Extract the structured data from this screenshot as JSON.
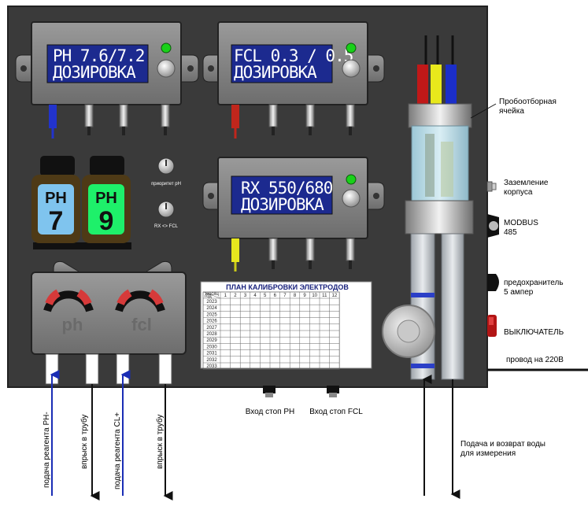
{
  "controllers": [
    {
      "line1": "PH 7.6/7.2",
      "line2": "ДОЗИРОВКА"
    },
    {
      "line1": "FCL 0.3 / 0.5",
      "line2": "ДОЗИРОВКА"
    },
    {
      "line1": "RX 550/680",
      "line2": "ДОЗИРОВКА"
    }
  ],
  "bottles": [
    {
      "top": "PH",
      "bottom": "7",
      "color": "#7fc4ee"
    },
    {
      "top": "PH",
      "bottom": "9",
      "color": "#1ef06a"
    }
  ],
  "knobs": {
    "priority": "приоритет pH",
    "switch": "RX <> FCL"
  },
  "pumps": [
    "ph",
    "fcl"
  ],
  "calibration": {
    "title": "ПЛАН КАЛИБРОВКИ ЭЛЕКТРОДОВ",
    "corner_top": "месяц",
    "corner_bottom": "год",
    "months": [
      "1",
      "2",
      "3",
      "4",
      "5",
      "6",
      "7",
      "8",
      "9",
      "10",
      "11",
      "12"
    ],
    "years": [
      "2023",
      "2024",
      "2025",
      "2026",
      "2027",
      "2028",
      "2029",
      "2030",
      "2031",
      "2032",
      "2033"
    ]
  },
  "labels": {
    "cell": [
      "Пробоотборная",
      "ячейка"
    ],
    "ground": [
      "Заземление",
      "корпуса"
    ],
    "modbus": [
      "MODBUS",
      "485"
    ],
    "fuse": [
      "предохранитель",
      "5 ампер"
    ],
    "switch": "ВЫКЛЮЧАТЕЛЬ",
    "power": "провод  на 220В",
    "stop_ph": "Вход стоп PH",
    "stop_fcl": "Вход стоп FCL",
    "water": [
      "Подача и возврат воды",
      "для измерения"
    ],
    "hose_1": "подача реагента PH-",
    "hose_2": "впрыск в трубу",
    "hose_3": "подача реагента CL+",
    "hose_4": "впрыск в трубу"
  },
  "colors": {
    "panel": "#3a3a3a",
    "lcd": "#1c2a8f",
    "led": "#19d119",
    "pump_red": "#d63a3a"
  }
}
